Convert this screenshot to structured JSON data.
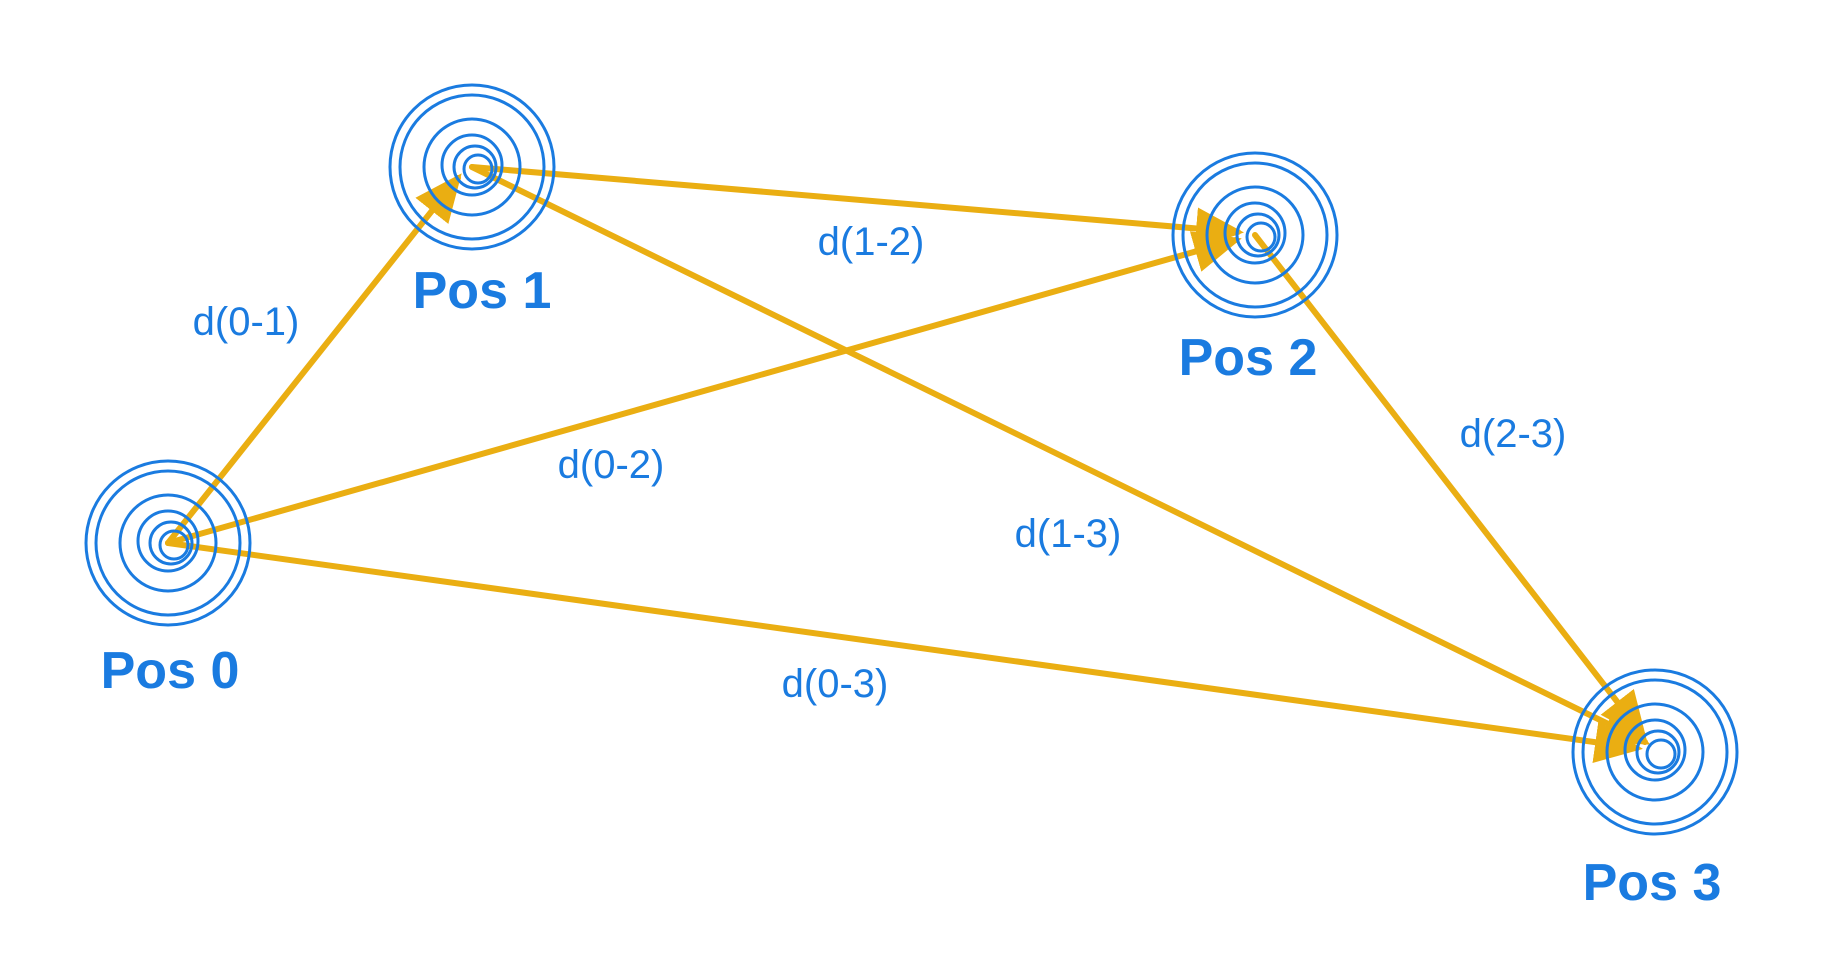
{
  "colors": {
    "node": "#1a7be0",
    "edge": "#eaae12",
    "label": "#1a7be0",
    "background": "#ffffff"
  },
  "nodes": [
    {
      "id": "pos0",
      "label": "Pos 0"
    },
    {
      "id": "pos1",
      "label": "Pos 1"
    },
    {
      "id": "pos2",
      "label": "Pos 2"
    },
    {
      "id": "pos3",
      "label": "Pos 3"
    }
  ],
  "edges": [
    {
      "id": "e01",
      "from": "pos0",
      "to": "pos1",
      "label": "d(0-1)"
    },
    {
      "id": "e12",
      "from": "pos1",
      "to": "pos2",
      "label": "d(1-2)"
    },
    {
      "id": "e02",
      "from": "pos0",
      "to": "pos2",
      "label": "d(0-2)"
    },
    {
      "id": "e13",
      "from": "pos1",
      "to": "pos3",
      "label": "d(1-3)"
    },
    {
      "id": "e23",
      "from": "pos2",
      "to": "pos3",
      "label": "d(2-3)"
    },
    {
      "id": "e03",
      "from": "pos0",
      "to": "pos3",
      "label": "d(0-3)"
    }
  ]
}
